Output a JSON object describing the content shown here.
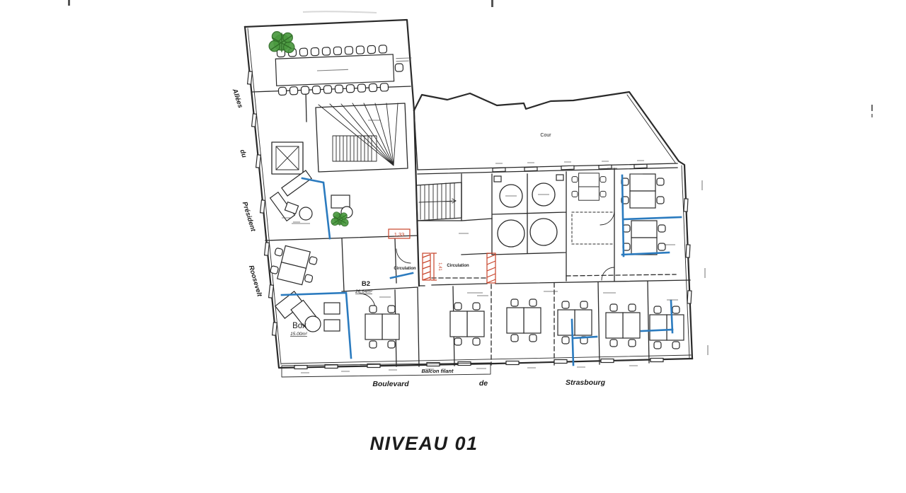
{
  "meta": {
    "sheet_title": "NIVEAU 01"
  },
  "streets": {
    "left": {
      "word1": "Allées",
      "word2": "du",
      "word3": "Président",
      "word4": "Roosevelt"
    },
    "bottom": {
      "word1": "Boulevard",
      "word2": "de",
      "word3": "Strasbourg"
    },
    "balcony_label": "Balcon filant"
  },
  "rooms": {
    "courtyard": "Cour",
    "circulation_west": "Circulation",
    "circulation_east": "Circulation",
    "box": {
      "name": "Box",
      "area": "15.00m²"
    },
    "b2": {
      "name": "B2",
      "area": "26.64m²"
    }
  },
  "annotations": {
    "dim_width": "1,33",
    "dim_door": "1,41"
  },
  "colors": {
    "ink": "#2a2a2a",
    "new_partition_blue": "#2b7bbf",
    "demolition_red": "#c8442a",
    "plant_green": "#4a9a3f",
    "paper": "#ffffff"
  }
}
